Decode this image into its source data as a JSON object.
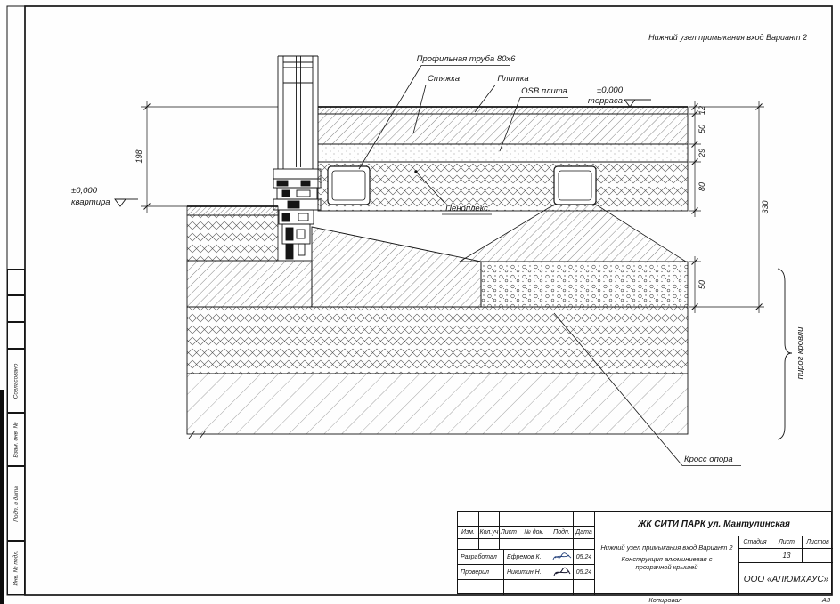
{
  "sheet": {
    "note_top_right": "Нижний узел примыкания вход Вариант 2",
    "footer_copied": "Копировал",
    "footer_format": "А3"
  },
  "side_stamp": {
    "agreed": "Согласовано",
    "replace_inv": "Взам. инв. №",
    "sign_date": "Подп. и дата",
    "inv_original": "Инв. № подл."
  },
  "drawing": {
    "labels": {
      "profile_tube": "Профильная труба 80x6",
      "screed": "Стяжка",
      "tile": "Плитка",
      "osb": "OSB плита",
      "level_terrace_value": "±0,000",
      "level_terrace_name": "терраса",
      "level_apartment_value": "±0,000",
      "level_apartment_name": "квартира",
      "penoplex": "Пеноплекс",
      "cross_support": "Кросс опора",
      "roof_stack": "пирог кровли"
    },
    "dims": {
      "d198": "198",
      "d12": "12",
      "d50_top": "50",
      "d29": "29",
      "d80": "80",
      "d330": "330",
      "d50_bottom": "50"
    }
  },
  "title_block": {
    "project": "ЖК СИТИ ПАРК ул. Мантулинская",
    "columns": [
      "Изм.",
      "Кол.уч",
      "Лист",
      "№ док.",
      "Подп.",
      "Дата"
    ],
    "row_developed": {
      "role": "Разработал",
      "name": "Ефремов К.",
      "date": "05.24"
    },
    "row_checked": {
      "role": "Проверил",
      "name": "Никитин Н.",
      "date": "05.24"
    },
    "doc_title_line1": "Нижний узел примыкания вход Вариант 2",
    "doc_title_line2": "Конструкция алюминиевая с",
    "doc_title_line3": "прозрачной крышей",
    "stage_label": "Стадия",
    "sheet_label": "Лист",
    "sheets_label": "Листов",
    "sheet_value": "13",
    "company": "ООО «АЛЮМХАУС»"
  }
}
